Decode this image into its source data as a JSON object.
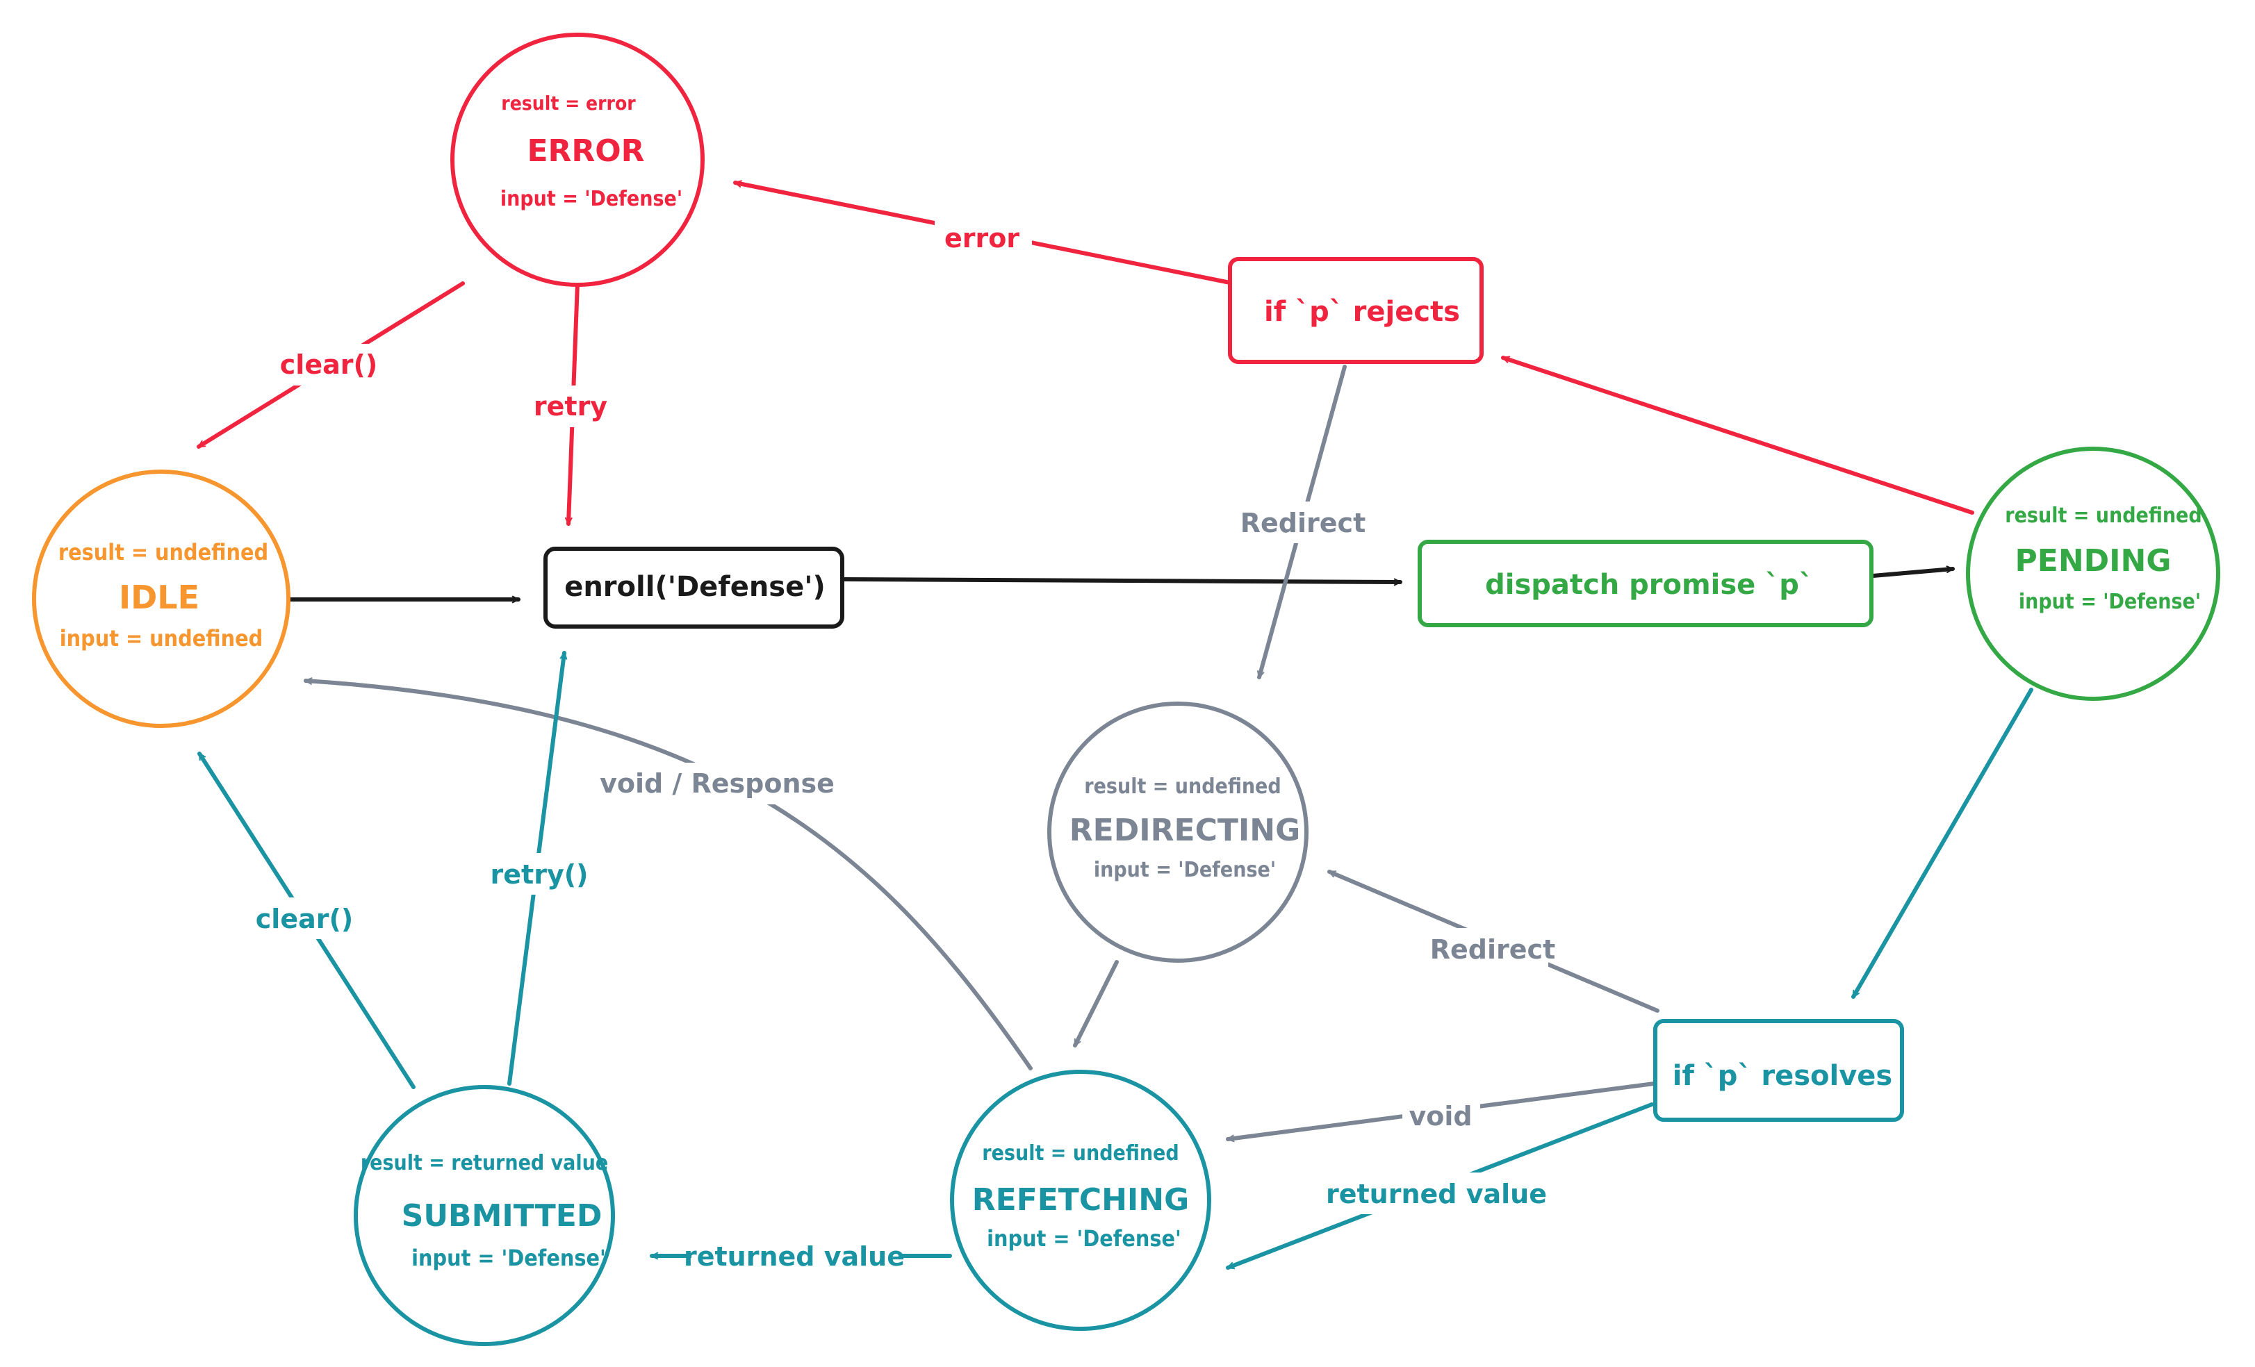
{
  "colors": {
    "red": "#f0243e",
    "orange": "#f7962e",
    "black": "#1a1a1a",
    "green": "#33a845",
    "gray": "#7b8594",
    "teal": "#1a93a3"
  },
  "states": {
    "error": {
      "result": "result = error",
      "name": "ERROR",
      "input": "input = 'Defense'"
    },
    "idle": {
      "result": "result = undefined",
      "name": "IDLE",
      "input": "input = undefined"
    },
    "pending": {
      "result": "result = undefined",
      "name": "PENDING",
      "input": "input = 'Defense'"
    },
    "redirecting": {
      "result": "result = undefined",
      "name": "REDIRECTING",
      "input": "input = 'Defense'"
    },
    "submitted": {
      "result": "result = returned value",
      "name": "SUBMITTED",
      "input": "input = 'Defense'"
    },
    "refetching": {
      "result": "result = undefined",
      "name": "REFETCHING",
      "input": "input = 'Defense'"
    }
  },
  "actions": {
    "enroll": "enroll('Defense')",
    "dispatch": "dispatch promise `p`",
    "rejects": "if `p` rejects",
    "resolves": "if `p` resolves"
  },
  "edges": {
    "error": "error",
    "clear_red": "clear()",
    "retry_red": "retry",
    "redirect_top": "Redirect",
    "void_response": "void / Response",
    "clear_teal": "clear()",
    "retry_teal": "retry()",
    "redirect_bottom": "Redirect",
    "void": "void",
    "returned_value_right": "returned value",
    "returned_value_left": "returned value"
  }
}
